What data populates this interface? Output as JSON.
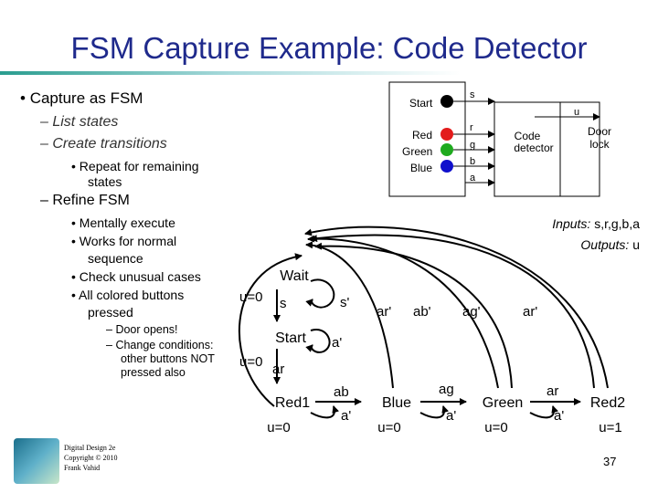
{
  "title": "FSM Capture Example: Code Detector",
  "bullets": {
    "b1": "Capture as FSM",
    "b1_sub1": "List states",
    "b1_sub2": "Create transitions",
    "b1_sub2_sub": "Repeat for remaining",
    "b1_sub2_sub_2": "states",
    "b2": "Refine FSM",
    "b2_l1": "Mentally execute",
    "b2_l2": "Works for normal",
    "b2_l2b": "sequence",
    "b2_l3": "Check unusual cases",
    "b2_l4": "All colored buttons",
    "b2_l4b": "pressed",
    "b2_l4_s1": "Door opens!",
    "b2_l4_s2a": "Change conditions:",
    "b2_l4_s2b": "other buttons NOT",
    "b2_l4_s2c": "pressed also"
  },
  "block": {
    "start_label": "Start",
    "red_label": "Red",
    "green_label": "Green",
    "blue_label": "Blue",
    "sig_s": "s",
    "sig_r": "r",
    "sig_g": "g",
    "sig_b": "b",
    "sig_a": "a",
    "sig_u": "u",
    "detector": [
      "Code",
      "detector"
    ],
    "door": [
      "Door",
      "lock"
    ],
    "colors": {
      "red": "#e31b1b",
      "green": "#1faa1f",
      "blue": "#1010cc",
      "start": "#000000"
    }
  },
  "io": {
    "inputs_label": "Inputs:",
    "inputs_value": "s,r,g,b,a",
    "outputs_label": "Outputs:",
    "outputs_value": "u"
  },
  "fsm": {
    "states": {
      "wait": "Wait",
      "start": "Start",
      "red1": "Red1",
      "blue": "Blue",
      "green": "Green",
      "red2": "Red2"
    },
    "outputs": {
      "wait": "u=0",
      "start": "u=0",
      "red1": "u=0",
      "blue": "u=0",
      "green": "u=0",
      "red2": "u=1"
    },
    "transitions": {
      "wait_s": "s",
      "wait_self": "s'",
      "start_self": "a'",
      "start_ar": "ar",
      "red1_ab": "ab",
      "red1_a": "a'",
      "blue_ag": "ag",
      "blue_a": "a'",
      "green_ar": "ar",
      "green_a": "a'",
      "back_ar": "ar'",
      "back_ab": "ab'",
      "back_ag": "ag'",
      "back_ar2": "ar'"
    }
  },
  "footer": {
    "credits": [
      "Digital Design 2e",
      "Copyright © 2010",
      "Frank Vahid"
    ],
    "page": "37"
  }
}
